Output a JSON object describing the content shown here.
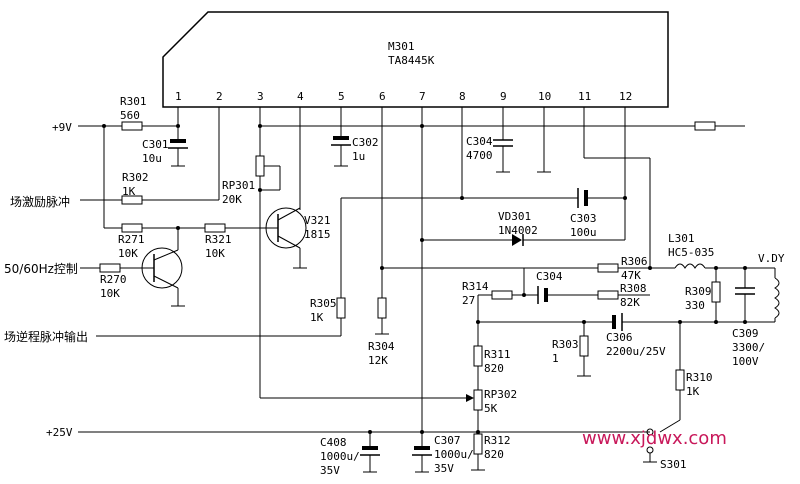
{
  "chip": {
    "ref": "M301",
    "part": "TA8445K",
    "pins": [
      "1",
      "2",
      "3",
      "4",
      "5",
      "6",
      "7",
      "8",
      "9",
      "10",
      "11",
      "12"
    ]
  },
  "rails": {
    "vcc9": "+9V",
    "vcc25": "+25V"
  },
  "signals": {
    "field_drive_pulse": "场激励脉冲",
    "hz_control": "50/60Hz控制",
    "flyback_out": "场逆程脉冲输出"
  },
  "components": {
    "R301": [
      "R301",
      "560"
    ],
    "C301": [
      "C301",
      "10u"
    ],
    "R302": [
      "R302",
      "1K"
    ],
    "RP301": [
      "RP301",
      "20K"
    ],
    "C302": [
      "C302",
      "1u"
    ],
    "C304a": [
      "C304",
      "4700"
    ],
    "C303": [
      "C303",
      "100u"
    ],
    "VD301": [
      "VD301",
      "1N4002"
    ],
    "R271": [
      "R271",
      "10K"
    ],
    "R321": [
      "R321",
      "10K"
    ],
    "V321": [
      "V321",
      "1815"
    ],
    "R270": [
      "R270",
      "10K"
    ],
    "R305": [
      "R305",
      "1K"
    ],
    "R304": [
      "R304",
      "12K"
    ],
    "R314": [
      "R314",
      "27"
    ],
    "C304b": [
      "C304"
    ],
    "R306": [
      "R306",
      "47K"
    ],
    "R308": [
      "R308",
      "82K"
    ],
    "L301": [
      "L301",
      "HC5-035"
    ],
    "R309": [
      "R309",
      "330"
    ],
    "C309": [
      "C309",
      "3300/",
      "100V"
    ],
    "VDY": [
      "V.DY"
    ],
    "R311": [
      "R311",
      "820"
    ],
    "R303": [
      "R303",
      "1"
    ],
    "C306": [
      "C306",
      "2200u/25V"
    ],
    "RP302": [
      "RP302",
      "5K"
    ],
    "R310": [
      "R310",
      "1K"
    ],
    "C408": [
      "C408",
      "1000u/",
      "35V"
    ],
    "C307": [
      "C307",
      "1000u/",
      "35V"
    ],
    "R312": [
      "R312",
      "820"
    ],
    "S301": [
      "S301"
    ]
  },
  "watermark": "www.xjdwx.com"
}
